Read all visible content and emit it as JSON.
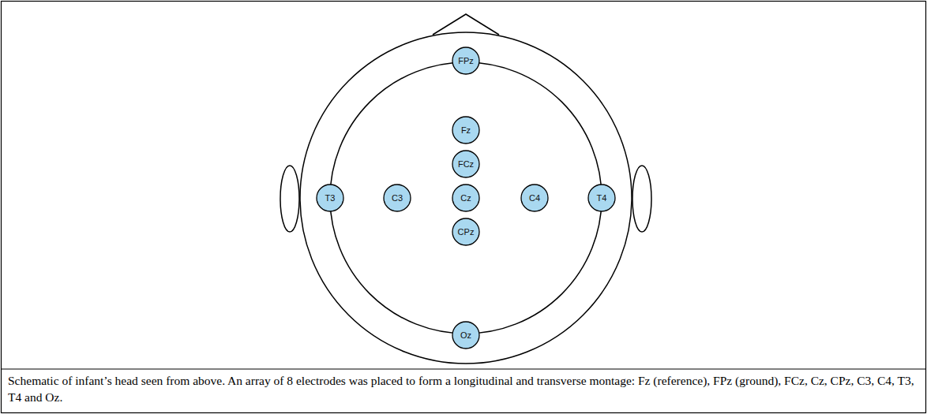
{
  "diagram": {
    "caption": "Schematic of infant’s head seen from above. An array of 8 electrodes was placed to form a longitudinal and transverse montage: Fz (reference), FPz (ground), FCz, Cz, CPz, C3, C4, T3, T4 and Oz.",
    "nodes": [
      {
        "text": [
          "FPz"
        ]
      },
      {
        "text": [
          "Fz"
        ]
      },
      {
        "text": [
          "FCz"
        ]
      },
      {
        "text": [
          "T3"
        ]
      },
      {
        "text": [
          "C3"
        ]
      },
      {
        "text": [
          "Cz"
        ]
      },
      {
        "text": [
          "C4"
        ]
      },
      {
        "text": [
          "T4"
        ]
      },
      {
        "text": [
          "CPz"
        ]
      },
      {
        "text": [
          "Oz"
        ]
      }
    ]
  }
}
